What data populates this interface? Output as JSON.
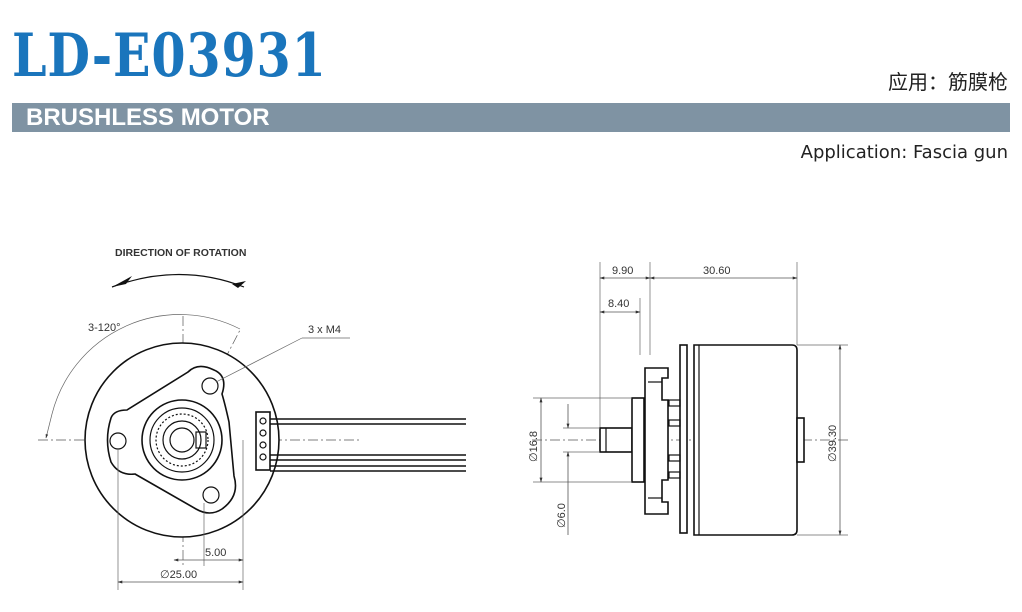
{
  "header": {
    "model": "LD-E03931",
    "category": "BRUSHLESS MOTOR",
    "application_cn": "应用：筋膜枪",
    "application_en": "Application: Fascia gun"
  },
  "front_view": {
    "rotation_label": "DIRECTION OF ROTATION",
    "angle_label": "3-120°",
    "thread_label": "3 x M4",
    "dim_small": "5.00",
    "dim_diameter": "∅25.00"
  },
  "side_view": {
    "dim_top": "9.90",
    "dim_length": "30.60",
    "dim_flange": "8.40",
    "dim_body_diameter": "∅16.8",
    "dim_shaft_diameter": "∅6.0",
    "dim_motor_diameter": "∅39.30"
  },
  "colors": {
    "title_blue": "#1a75bc",
    "banner_gray": "#7f93a3"
  }
}
